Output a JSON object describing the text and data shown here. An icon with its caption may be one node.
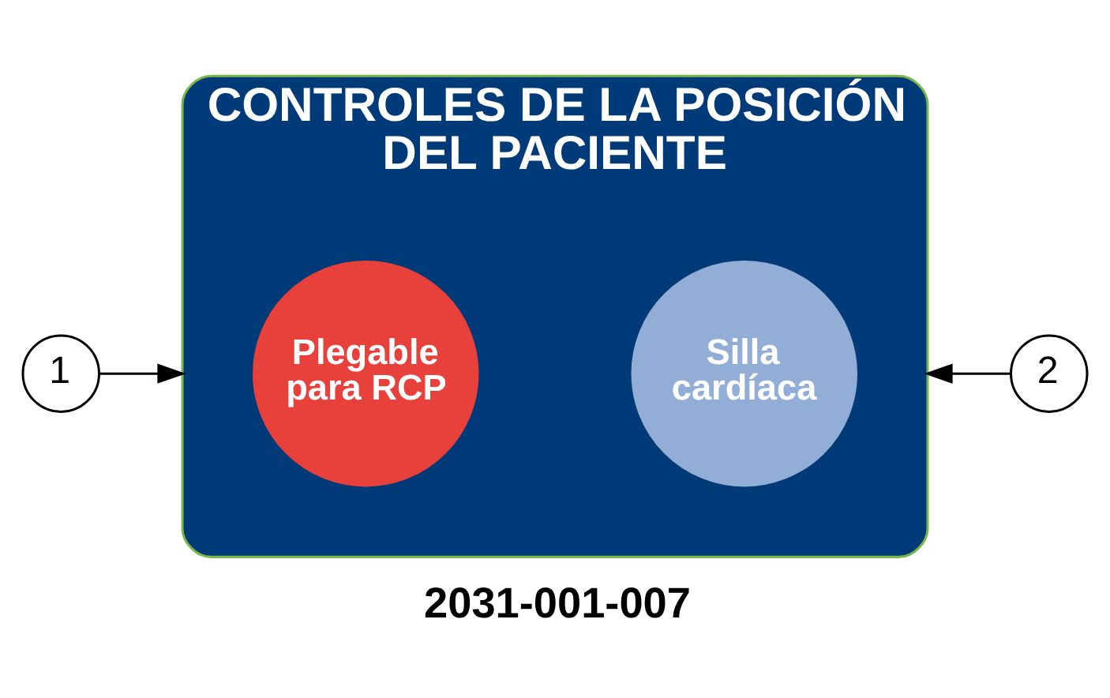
{
  "diagram": {
    "caption": "2031-001-007",
    "nodes": [
      {
        "text": [
          "CONTROLES DE LA POSICIÓN DEL PACIENTE"
        ]
      },
      {
        "text": [
          "Plegable para RCP"
        ],
        "in": 0
      },
      {
        "text": [
          "Silla cardíaca"
        ],
        "in": 0
      },
      {
        "text": [
          "1"
        ]
      },
      {
        "text": [
          "2"
        ]
      }
    ],
    "edges": [
      {
        "from": 3,
        "to": 0,
        "arrow": "to"
      },
      {
        "from": 4,
        "to": 0,
        "arrow": "to"
      }
    ]
  }
}
